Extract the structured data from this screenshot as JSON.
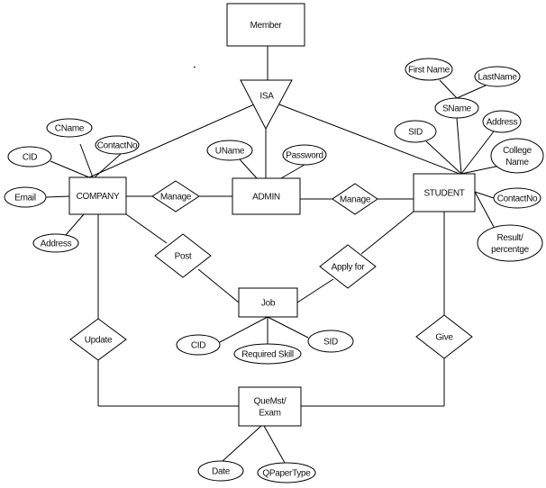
{
  "diagram": {
    "type": "ER diagram",
    "entities": [
      {
        "id": "member",
        "label": [
          "Member"
        ]
      },
      {
        "id": "company",
        "label": [
          "COMPANY"
        ]
      },
      {
        "id": "admin",
        "label": [
          "ADMIN"
        ]
      },
      {
        "id": "student",
        "label": [
          "STUDENT"
        ]
      },
      {
        "id": "job",
        "label": [
          "Job"
        ]
      },
      {
        "id": "exam",
        "label": [
          "QueMst/",
          "Exam"
        ]
      }
    ],
    "isa": {
      "id": "isa",
      "label": "ISA"
    },
    "relationships": [
      {
        "id": "manage-left",
        "label": "Manage"
      },
      {
        "id": "manage-right",
        "label": "Manage"
      },
      {
        "id": "post",
        "label": "Post"
      },
      {
        "id": "apply",
        "label": "Apply for"
      },
      {
        "id": "update",
        "label": "Update"
      },
      {
        "id": "give",
        "label": "Give"
      }
    ],
    "attributes": [
      {
        "id": "company-cname",
        "label": [
          "CName"
        ]
      },
      {
        "id": "company-cid",
        "label": [
          "CID"
        ]
      },
      {
        "id": "company-contact",
        "label": [
          "ContactNo"
        ]
      },
      {
        "id": "company-email",
        "label": [
          "Email"
        ]
      },
      {
        "id": "company-address",
        "label": [
          "Address"
        ]
      },
      {
        "id": "admin-uname",
        "label": [
          "UName"
        ]
      },
      {
        "id": "admin-password",
        "label": [
          "Password"
        ]
      },
      {
        "id": "student-firstname",
        "label": [
          "First Name"
        ]
      },
      {
        "id": "student-lastname",
        "label": [
          "LastName"
        ]
      },
      {
        "id": "student-sname",
        "label": [
          "SName"
        ]
      },
      {
        "id": "student-sid",
        "label": [
          "SID"
        ]
      },
      {
        "id": "student-address",
        "label": [
          "Address"
        ]
      },
      {
        "id": "student-college",
        "label": [
          "College",
          "Name"
        ]
      },
      {
        "id": "student-contact",
        "label": [
          "ContactNo"
        ]
      },
      {
        "id": "student-result",
        "label": [
          "Result/",
          "percentge"
        ]
      },
      {
        "id": "job-cid",
        "label": [
          "CID"
        ]
      },
      {
        "id": "job-skill",
        "label": [
          "Required Skill"
        ]
      },
      {
        "id": "job-sid",
        "label": [
          "SID"
        ]
      },
      {
        "id": "exam-date",
        "label": [
          "Date"
        ]
      },
      {
        "id": "exam-qpaper",
        "label": [
          "QPaperType"
        ]
      }
    ]
  }
}
